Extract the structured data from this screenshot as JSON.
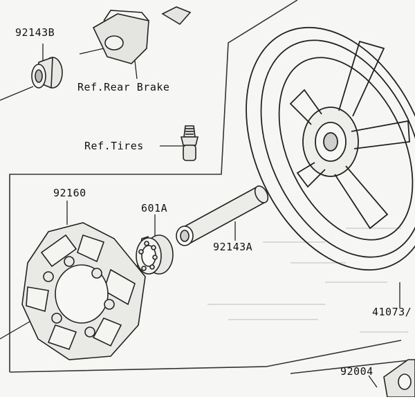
{
  "diagram": {
    "labels": {
      "part_92143B": "92143B",
      "ref_rear_brake": "Ref.Rear Brake",
      "ref_tires": "Ref.Tires",
      "part_92160": "92160",
      "part_601A": "601A",
      "part_92143A": "92143A",
      "part_41073": "41073/",
      "part_92004": "92004"
    }
  }
}
